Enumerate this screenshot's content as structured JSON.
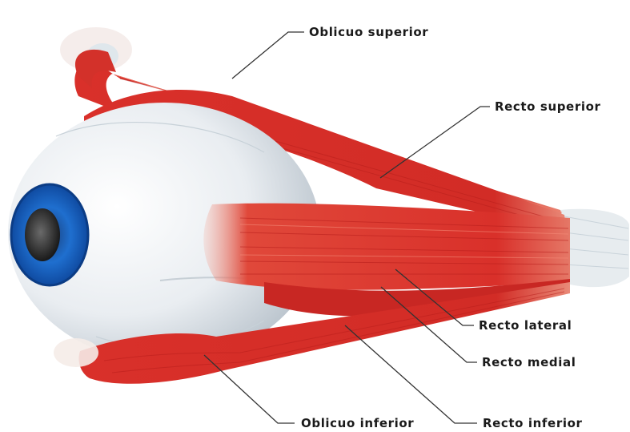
{
  "labels": {
    "oblicuo_superior": "Oblicuo superior",
    "recto_superior": "Recto superior",
    "recto_lateral": "Recto lateral",
    "recto_medial": "Recto medial",
    "oblicuo_inferior": "Oblicuo inferior",
    "recto_inferior": "Recto inferior"
  },
  "colors": {
    "muscle": "#d9302a",
    "muscle_dark": "#b81f1c",
    "muscle_light": "#f27a66",
    "sclera": "#eef1f4",
    "iris": "#1f6fcf",
    "pupil": "#2a2a2a",
    "tendon": "#dfe6ea",
    "leader_line": "#333333"
  }
}
